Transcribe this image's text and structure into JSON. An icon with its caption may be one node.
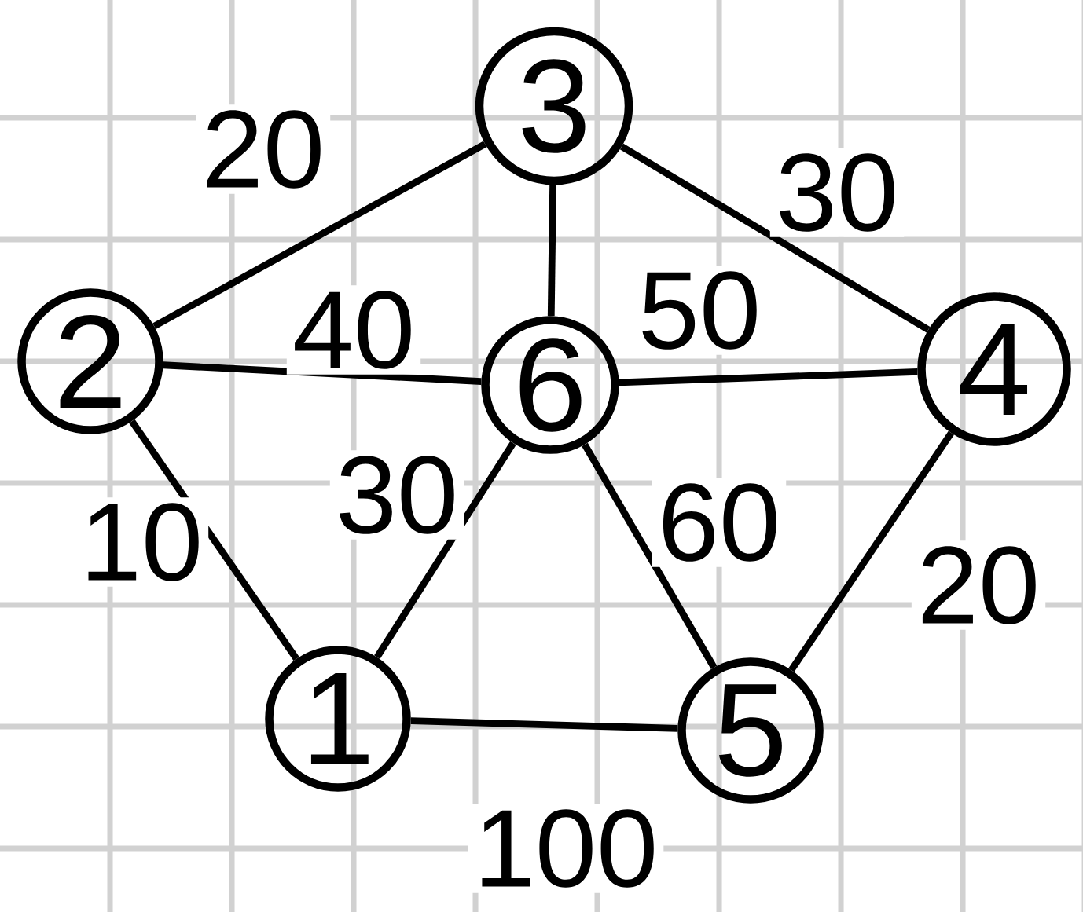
{
  "diagram": {
    "nodes": [
      {
        "text": [
          "3"
        ]
      },
      {
        "text": [
          "2"
        ]
      },
      {
        "text": [
          "6"
        ]
      },
      {
        "text": [
          "4"
        ]
      },
      {
        "text": [
          "1"
        ]
      },
      {
        "text": [
          "5"
        ]
      }
    ],
    "edges": [
      {
        "from": 1,
        "to": 0,
        "arrow": "none",
        "label": "20"
      },
      {
        "from": 0,
        "to": 3,
        "arrow": "none",
        "label": "30"
      },
      {
        "from": 0,
        "to": 2,
        "arrow": "none"
      },
      {
        "from": 1,
        "to": 2,
        "arrow": "none",
        "label": "40"
      },
      {
        "from": 2,
        "to": 3,
        "arrow": "none",
        "label": "50"
      },
      {
        "from": 1,
        "to": 4,
        "arrow": "none",
        "label": "10"
      },
      {
        "from": 4,
        "to": 2,
        "arrow": "none",
        "label": "30"
      },
      {
        "from": 2,
        "to": 5,
        "arrow": "none",
        "label": "60"
      },
      {
        "from": 3,
        "to": 5,
        "arrow": "none",
        "label": "20"
      },
      {
        "from": 4,
        "to": 5,
        "arrow": "none",
        "label": "100"
      }
    ]
  }
}
